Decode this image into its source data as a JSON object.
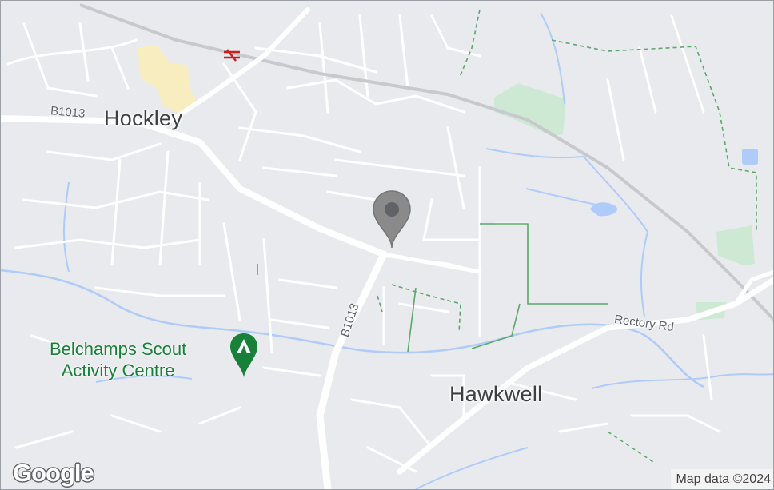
{
  "map": {
    "towns": [
      {
        "name": "Hockley"
      },
      {
        "name": "Hawkwell"
      }
    ],
    "roads": [
      {
        "name": "B1013"
      },
      {
        "name": "B1013"
      },
      {
        "name": "Rectory Rd"
      }
    ],
    "poi": {
      "line1": "Belchamps Scout",
      "line2": "Activity Centre",
      "icon": "campground-icon",
      "color": "#188038"
    },
    "marker": {
      "icon": "location-pin-icon",
      "color": "#8a8a8a"
    },
    "station": {
      "icon": "railway-station-icon",
      "color": "#c5221f"
    },
    "logo": "Google",
    "attribution": "Map data ©2024"
  }
}
